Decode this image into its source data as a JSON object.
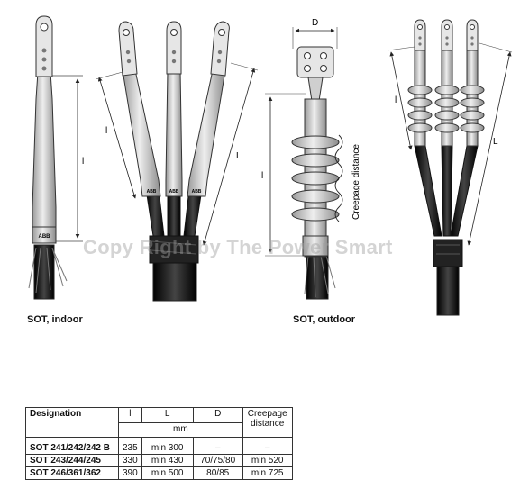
{
  "labels": {
    "dim_l": "l",
    "dim_L": "L",
    "dim_D": "D",
    "creepage_vertical": "Creepage distance",
    "abb_logo": "ABB"
  },
  "captions": {
    "indoor": "SOT, indoor",
    "outdoor": "SOT, outdoor"
  },
  "watermark": "Copy Right by The Power Smart",
  "table": {
    "headers": {
      "designation": "Designation",
      "l": "l",
      "L": "L",
      "D": "D",
      "creepage_line1": "Creepage",
      "creepage_line2": "distance",
      "unit": "mm"
    },
    "rows": [
      {
        "designation": "SOT 241/242/242 B",
        "l": "235",
        "L": "min 300",
        "D": "–",
        "creepage": "–"
      },
      {
        "designation": "SOT 243/244/245",
        "l": "330",
        "L": "min 430",
        "D": "70/75/80",
        "creepage": "min 520"
      },
      {
        "designation": "SOT 246/361/362",
        "l": "390",
        "L": "min 500",
        "D": "80/85",
        "creepage": "min 725"
      }
    ]
  },
  "colors": {
    "sleeve": "#d4d4d4",
    "sleeve_dark": "#9a9a9a",
    "cable": "#1a1a1a",
    "outline": "#333333"
  }
}
